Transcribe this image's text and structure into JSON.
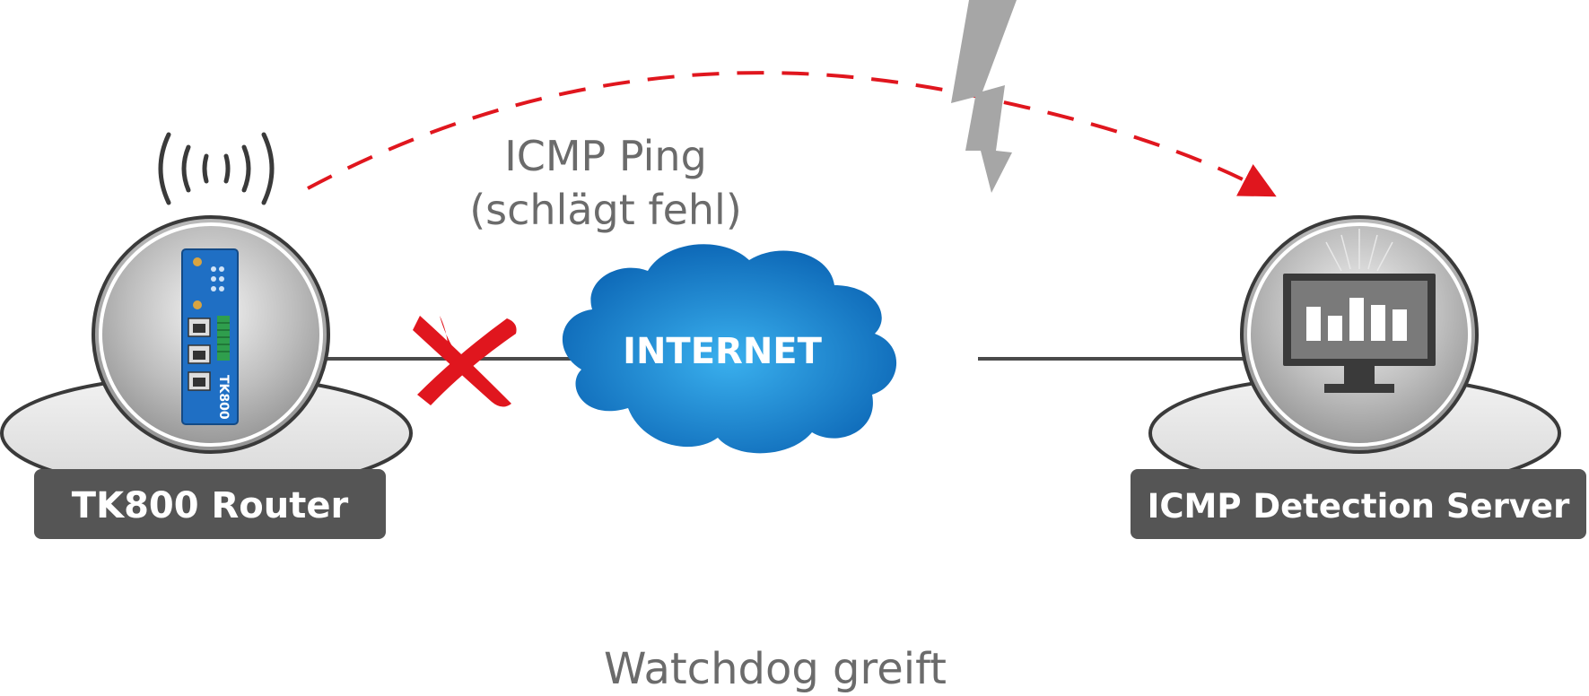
{
  "ping": {
    "line1": "ICMP Ping",
    "line2": "(schlägt fehl)"
  },
  "cloud_label": "INTERNET",
  "router": {
    "label": "TK800 Router",
    "device_text": "TK800"
  },
  "server": {
    "label": "ICMP Detection Server"
  },
  "watchdog": "Watchdog greift",
  "colors": {
    "arc": "#e0161e",
    "cross": "#e0161e",
    "cloud_light": "#3ab0ee",
    "cloud_dark": "#0a63b3",
    "label_bg": "#555555",
    "bolt": "#a6a6a6",
    "device_blue": "#1f6fc4"
  },
  "icons": [
    "wifi-signal-icon",
    "router-device-icon",
    "monitor-chart-icon",
    "lightning-bolt-icon",
    "fail-cross-icon",
    "cloud-icon"
  ]
}
